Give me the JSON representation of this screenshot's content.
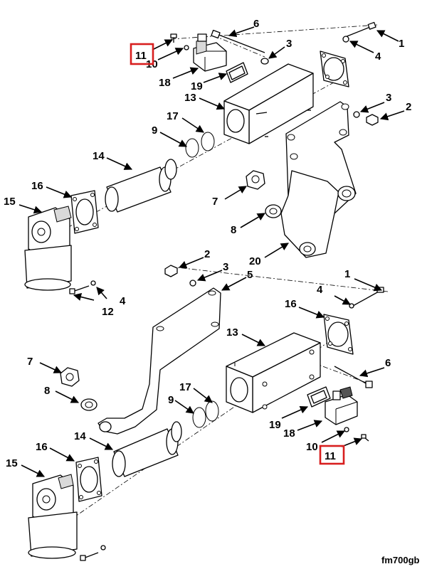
{
  "callouts": {
    "top": {
      "c1": "1",
      "c2": "2",
      "c3a": "3",
      "c3b": "3",
      "c4": "4",
      "c6": "6",
      "c7": "7",
      "c8": "8",
      "c9": "9",
      "c10": "10",
      "c11": "11",
      "c12": "12",
      "c13": "13",
      "c14": "14",
      "c15": "15",
      "c16": "16",
      "c17": "17",
      "c18": "18",
      "c19": "19",
      "c20": "20"
    },
    "bottom": {
      "c1": "1",
      "c2": "2",
      "c3": "3",
      "c4": "4",
      "c5": "5",
      "c6": "6",
      "c7": "7",
      "c8": "8",
      "c9": "9",
      "c10": "10",
      "c11": "11",
      "c13": "13",
      "c14": "14",
      "c15": "15",
      "c16": "16",
      "c17": "17",
      "c18": "18",
      "c19": "19"
    }
  },
  "highlight_color": "#d81e1e",
  "figure_id": "fm700gb"
}
